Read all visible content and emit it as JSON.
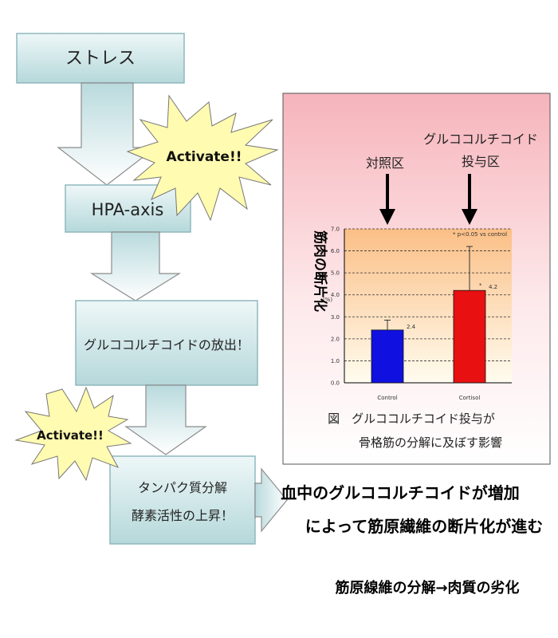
{
  "flow": {
    "step1": "ストレス",
    "step2": "HPA-axis",
    "step3": "グルココルチコイドの放出！",
    "step4_line1": "タンパク質分解",
    "step4_line2": "酵素活性の上昇！"
  },
  "bursts": {
    "upper": "Activate!!",
    "lower": "Activate!!"
  },
  "panel": {
    "label_control": "対照区",
    "label_treat_line1": "グルココルチコイド",
    "label_treat_line2": "投与区",
    "y_axis_label": "筋肉の断片化",
    "y_unit": "(%)",
    "significance_note": "* p<0.05 vs control",
    "caption_line1": "図　グルココルチコイド投与が",
    "caption_line2": "骨格筋の分解に及ぼす影響"
  },
  "chart_data": {
    "type": "bar",
    "categories": [
      "Control",
      "Cortisol"
    ],
    "values": [
      2.4,
      4.2
    ],
    "value_labels": [
      "2.4",
      "4.2"
    ],
    "error_upper": [
      2.85,
      6.2
    ],
    "significance_marker": [
      "",
      "*"
    ],
    "bar_colors": [
      "#1010e0",
      "#e81010"
    ],
    "ylim": [
      0,
      7
    ],
    "yticks": [
      "0.0",
      "1.0",
      "2.0",
      "3.0",
      "4.0",
      "5.0",
      "6.0",
      "7.0"
    ],
    "grid": true
  },
  "conclusion": {
    "line1": "血中のグルココルチコイドが増加",
    "line2": "によって筋原繊維の断片化が進む",
    "line3": "筋原線維の分解→肉質の劣化"
  },
  "colors": {
    "box_top": "#e8f3f4",
    "box_bottom": "#b7d9db",
    "box_stroke": "#8fb8bd",
    "burst_fill": "#fffbb0",
    "panel_top": "#f7b9bf",
    "panel_bottom": "#ffffff",
    "plot_bg_top": "#fbc38d",
    "plot_bg_bottom": "#fffbe8"
  }
}
